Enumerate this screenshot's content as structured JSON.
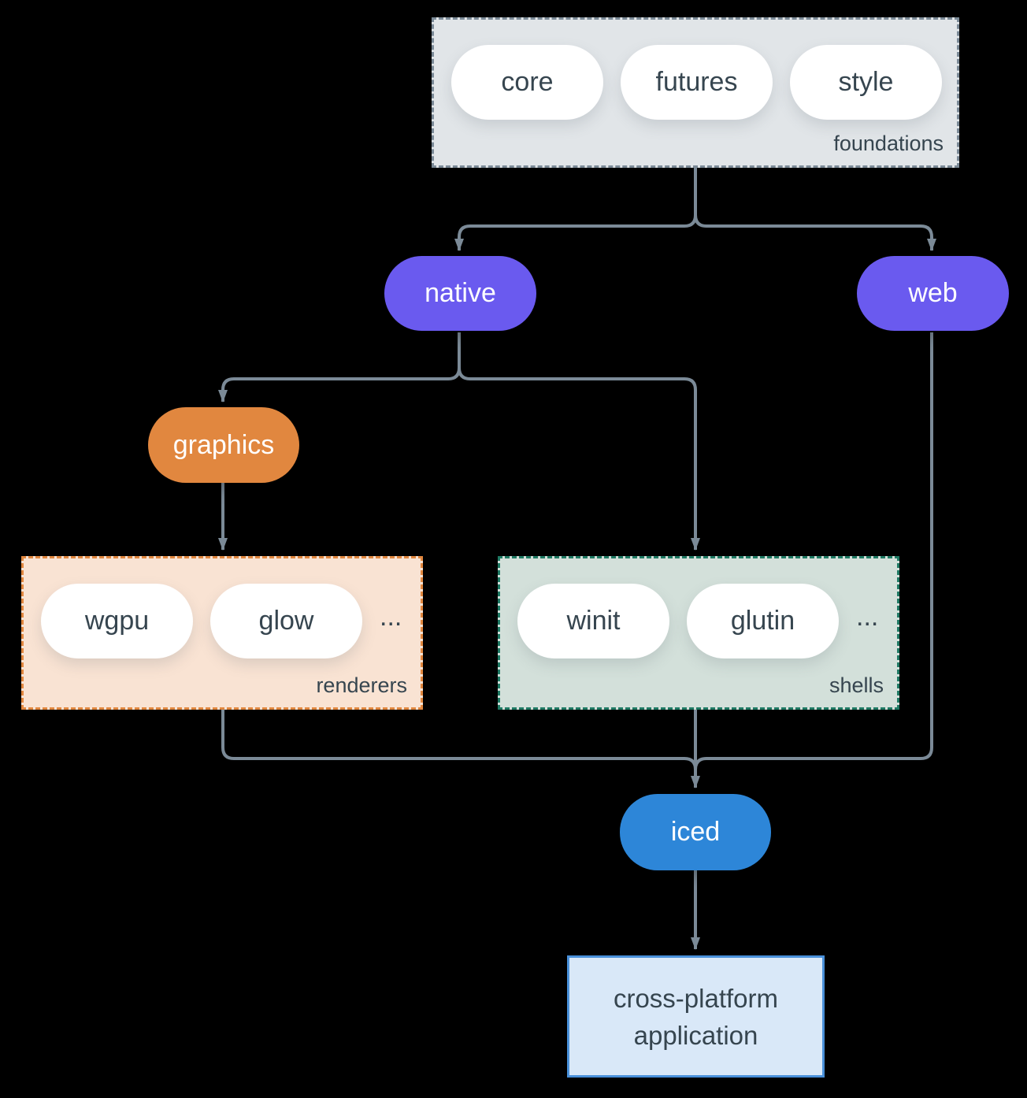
{
  "colors": {
    "background": "#000000",
    "connector": "#7b8a97",
    "foundations_fill": "#e1e5e8",
    "foundations_border": "#7b8a97",
    "renderers_fill": "#f9e3d3",
    "renderers_border": "#e1873f",
    "shells_fill": "#d3e0da",
    "shells_border": "#1f7a64",
    "native_web_purple": "#6a5aef",
    "graphics_orange": "#e1873f",
    "iced_blue": "#2d86d8",
    "application_fill": "#d9e8f8",
    "application_border": "#4990da",
    "dark_text": "#36454f",
    "light_text": "#ffffff"
  },
  "groups": {
    "foundations": {
      "label": "foundations",
      "items": [
        "core",
        "futures",
        "style"
      ]
    },
    "renderers": {
      "label": "renderers",
      "items": [
        "wgpu",
        "glow"
      ],
      "ellipsis": "..."
    },
    "shells": {
      "label": "shells",
      "items": [
        "winit",
        "glutin"
      ],
      "ellipsis": "..."
    }
  },
  "nodes": {
    "native": "native",
    "web": "web",
    "graphics": "graphics",
    "iced": "iced",
    "application": "cross-platform application"
  }
}
